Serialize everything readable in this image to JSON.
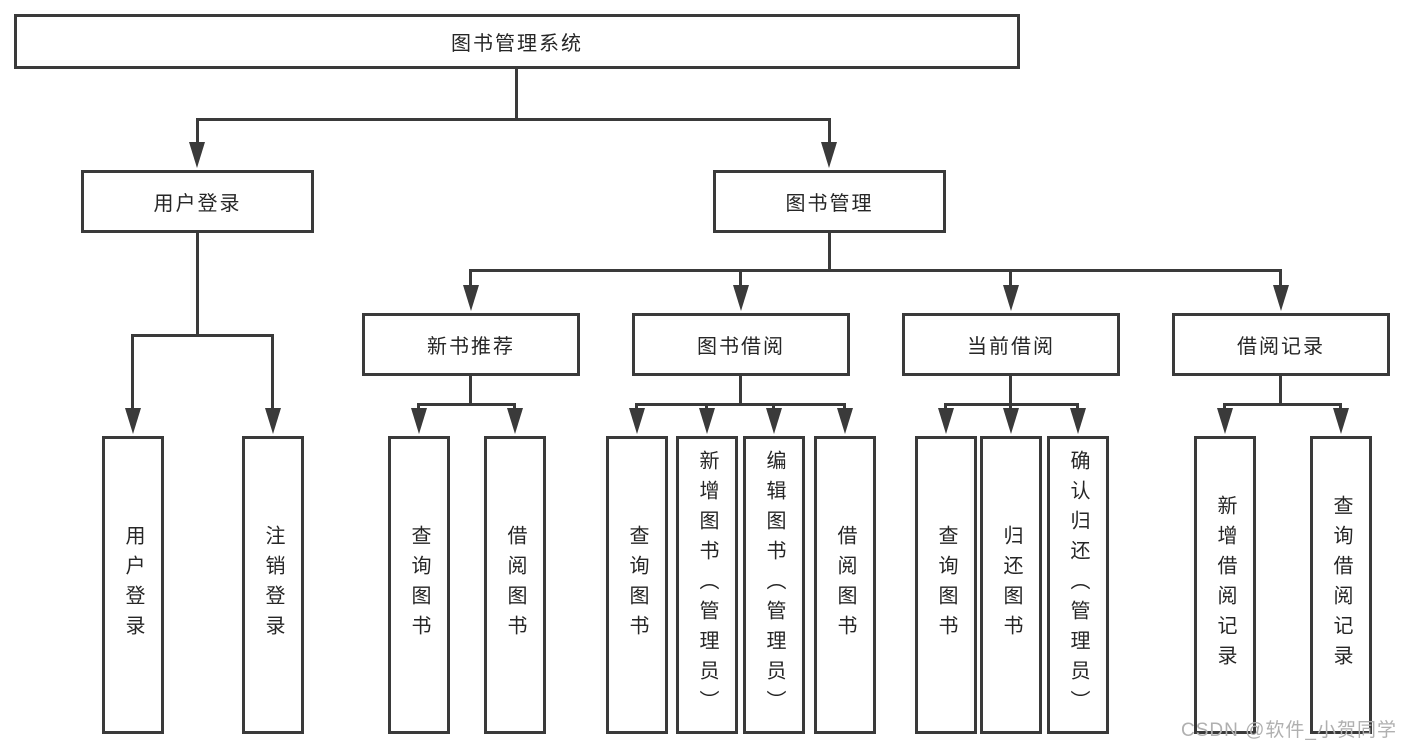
{
  "tree": {
    "label": "图书管理系统",
    "children": [
      {
        "label": "用户登录",
        "children": [
          {
            "label": "用户登录"
          },
          {
            "label": "注销登录"
          }
        ]
      },
      {
        "label": "图书管理",
        "children": [
          {
            "label": "新书推荐",
            "children": [
              {
                "label": "查询图书"
              },
              {
                "label": "借阅图书"
              }
            ]
          },
          {
            "label": "图书借阅",
            "children": [
              {
                "label": "查询图书"
              },
              {
                "label": "新增图书（管理员）"
              },
              {
                "label": "编辑图书（管理员）"
              },
              {
                "label": "借阅图书"
              }
            ]
          },
          {
            "label": "当前借阅",
            "children": [
              {
                "label": "查询图书"
              },
              {
                "label": "归还图书"
              },
              {
                "label": "确认归还（管理员）"
              }
            ]
          },
          {
            "label": "借阅记录",
            "children": [
              {
                "label": "新增借阅记录"
              },
              {
                "label": "查询借阅记录"
              }
            ]
          }
        ]
      }
    ]
  },
  "watermark": {
    "text": "CSDN @软件_小贺同学"
  },
  "style": {
    "line_color": "#3a3a3a",
    "text_color": "#262626",
    "watermark_color": "#b0b0b0",
    "background_color": "#ffffff"
  }
}
